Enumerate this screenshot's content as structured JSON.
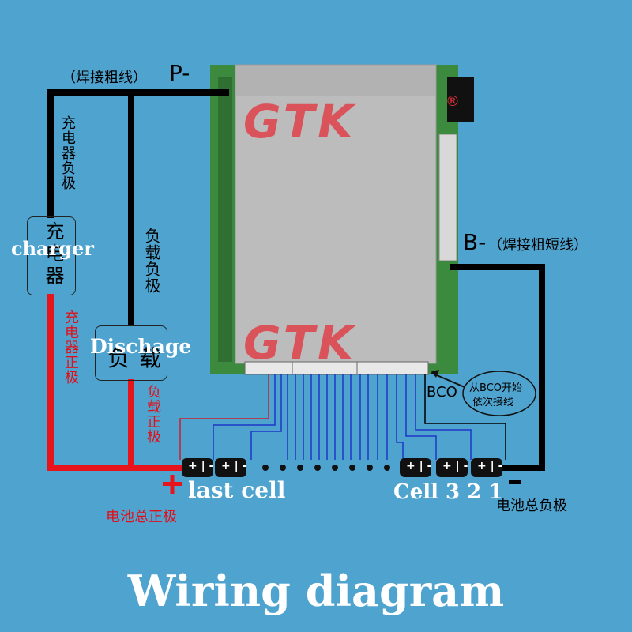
{
  "diagram": {
    "p_minus_note": "（焊接粗线）",
    "p_minus_label": "P-",
    "b_minus_label": "B-",
    "b_minus_note": "（焊接粗短线）",
    "charger_negative": "充电器负极",
    "charger_box": "充电器",
    "charger_english": "charger",
    "charger_positive": "充电器正极",
    "load_negative": "负载负极",
    "load_box": "负载",
    "load_english": "Dischage",
    "load_positive": "负载正极",
    "bco_label": "BCO",
    "bco_note_line1": "从BCO开始",
    "bco_note_line2": "依次接线",
    "plus_sign": "+",
    "minus_sign": "-",
    "last_cell": "last cell",
    "cell_321": "Cell 3 2 1",
    "battery_total_positive": "电池总正极",
    "battery_total_negative": "电池总负极",
    "watermark": "GTK",
    "registered_mark": "®",
    "cell_plus": "+",
    "cell_minus": "-",
    "title": "Wiring diagram",
    "colors": {
      "background": "#4fa3cf",
      "positive_wire": "#e8141c",
      "negative_wire": "#000000",
      "balance_wire": "#1f35c8",
      "pcb": "#3c8a3e",
      "heatsink": "#bcbcbc"
    }
  }
}
